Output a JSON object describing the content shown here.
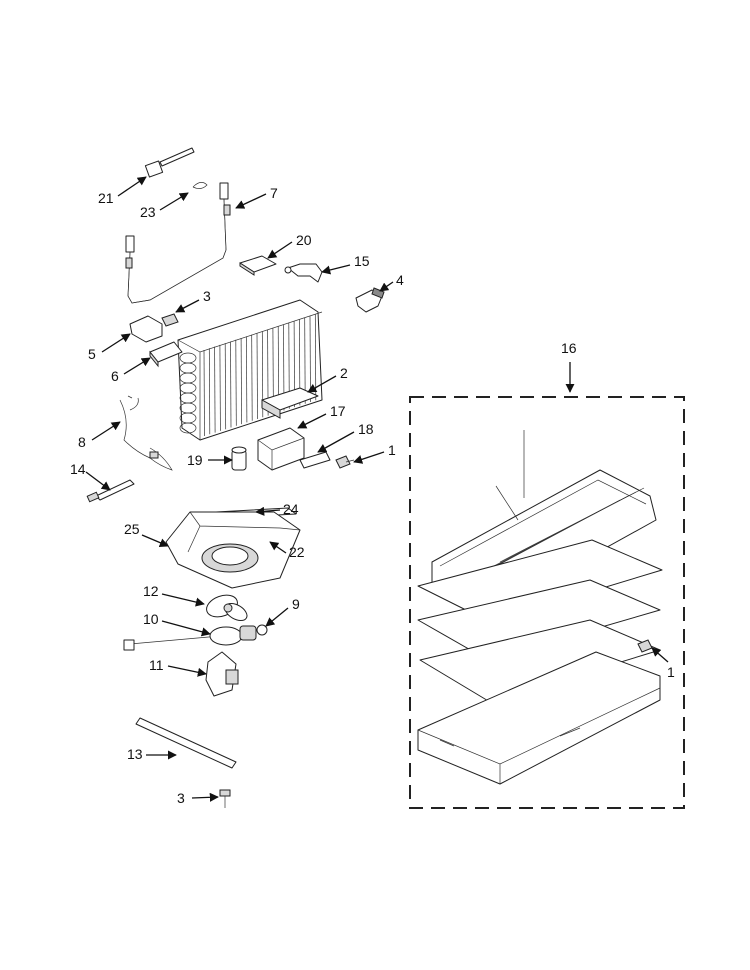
{
  "callouts": [
    {
      "id": "c21",
      "label": "21"
    },
    {
      "id": "c23",
      "label": "23"
    },
    {
      "id": "c7",
      "label": "7"
    },
    {
      "id": "c20",
      "label": "20"
    },
    {
      "id": "c15",
      "label": "15"
    },
    {
      "id": "c4",
      "label": "4"
    },
    {
      "id": "c3a",
      "label": "3"
    },
    {
      "id": "c5",
      "label": "5"
    },
    {
      "id": "c6",
      "label": "6"
    },
    {
      "id": "c2",
      "label": "2"
    },
    {
      "id": "c17",
      "label": "17"
    },
    {
      "id": "c18",
      "label": "18"
    },
    {
      "id": "c1a",
      "label": "1"
    },
    {
      "id": "c8",
      "label": "8"
    },
    {
      "id": "c19",
      "label": "19"
    },
    {
      "id": "c14",
      "label": "14"
    },
    {
      "id": "c24",
      "label": "24"
    },
    {
      "id": "c25",
      "label": "25"
    },
    {
      "id": "c22",
      "label": "22"
    },
    {
      "id": "c12",
      "label": "12"
    },
    {
      "id": "c9",
      "label": "9"
    },
    {
      "id": "c10",
      "label": "10"
    },
    {
      "id": "c11",
      "label": "11"
    },
    {
      "id": "c13",
      "label": "13"
    },
    {
      "id": "c3b",
      "label": "3"
    },
    {
      "id": "c16",
      "label": "16"
    },
    {
      "id": "c1b",
      "label": "1"
    }
  ]
}
